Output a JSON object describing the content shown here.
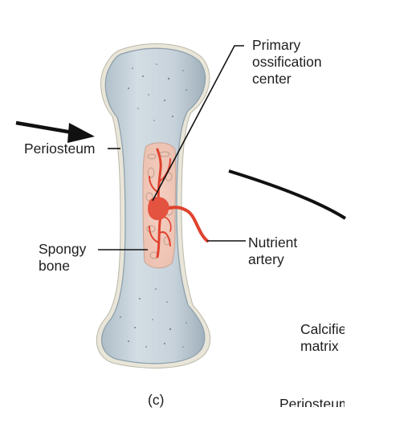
{
  "figure": {
    "panel_label": "(c)",
    "labels": {
      "primary_ossification_center": [
        "Primary",
        "ossification",
        "center"
      ],
      "periosteum": "Periosteum",
      "spongy_bone": [
        "Spongy",
        "bone"
      ],
      "nutrient_artery": [
        "Nutrient",
        "artery"
      ],
      "calcified_matrix": [
        "Calcified",
        "matrix"
      ],
      "periosteum_cut": "Periosteum"
    },
    "colors": {
      "bone_fill": "#c9d5dd",
      "bone_edge": "#8fa1ad",
      "periosteum_band": "#e8e4d6",
      "center_fill": "#f3c7ba",
      "artery": "#e0422e",
      "leader_lines": "#111111"
    }
  }
}
